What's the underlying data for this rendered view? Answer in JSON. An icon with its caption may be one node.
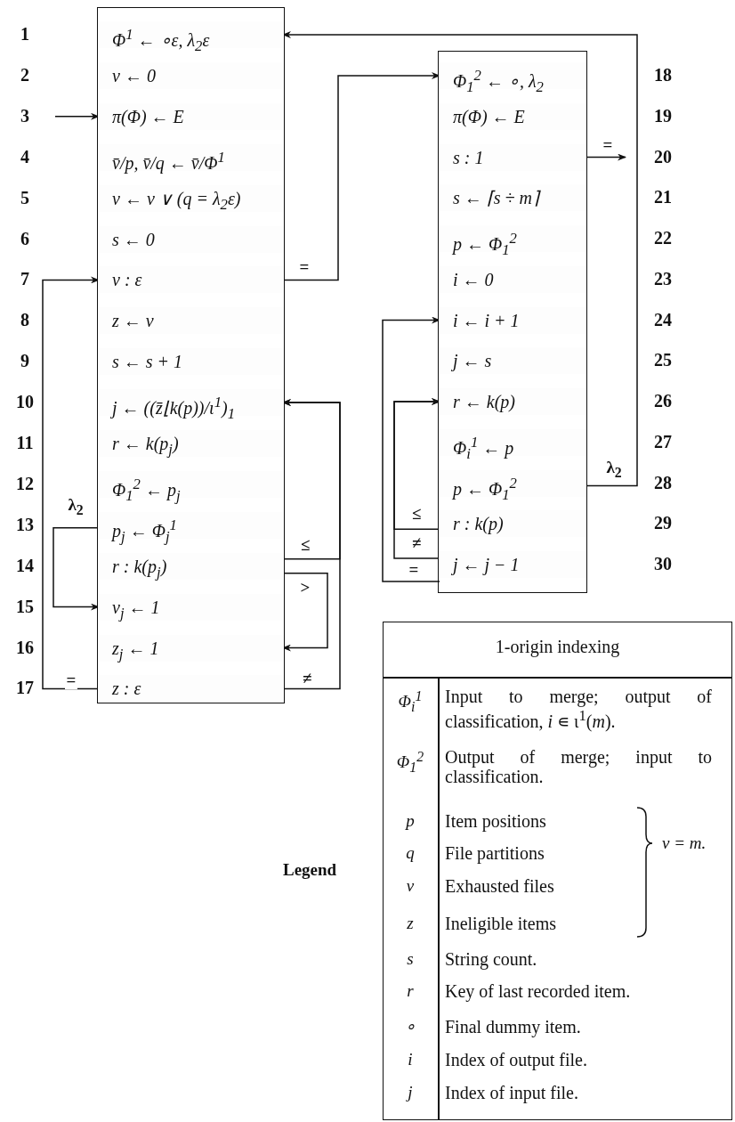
{
  "diagram": {
    "nodes": [
      {
        "text": [],
        "shape": "box"
      },
      {
        "text": [
          "Φ$^{1}$ ← ∘ε, λ$_{2}$ε"
        ],
        "in": 0
      },
      {
        "text": [
          "v ← 0"
        ],
        "in": 0
      },
      {
        "text": [
          "π(Φ) ← E"
        ],
        "in": 0
      },
      {
        "text": [
          "v̄/p, v̄/q ← v̄/Φ$^{1}$"
        ],
        "in": 0
      },
      {
        "text": [
          "v ← v ∨ (q = λ$_{2}$ε)"
        ],
        "in": 0
      },
      {
        "text": [
          "s ← 0"
        ],
        "in": 0
      },
      {
        "text": [
          "v : ε"
        ],
        "in": 0
      },
      {
        "text": [
          "z ← v"
        ],
        "in": 0
      },
      {
        "text": [
          "s ← s + 1"
        ],
        "in": 0
      },
      {
        "text": [
          "j ← ((z̄⌊k(p))/ι$^{1}$)$_{1}$"
        ],
        "in": 0
      },
      {
        "text": [
          "r ← k(p$_{j}$)"
        ],
        "in": 0
      },
      {
        "text": [
          "Φ$_{1}$$^{2}$ ← p$_{j}$"
        ],
        "in": 0
      },
      {
        "text": [
          "p$_{j}$ ← Φ$_{j}$$^{1}$"
        ],
        "in": 0
      },
      {
        "text": [
          "r : k(p$_{j}$)"
        ],
        "in": 0
      },
      {
        "text": [
          "v$_{j}$ ← 1"
        ],
        "in": 0
      },
      {
        "text": [
          "z$_{j}$ ← 1"
        ],
        "in": 0
      },
      {
        "text": [
          "z : ε"
        ],
        "in": 0
      },
      {
        "text": [],
        "shape": "box"
      },
      {
        "text": [
          "Φ$_{1}$$^{2}$ ← ∘, λ$_{2}$"
        ],
        "in": 18
      },
      {
        "text": [
          "π(Φ) ← E"
        ],
        "in": 18
      },
      {
        "text": [
          "s : 1"
        ],
        "in": 18
      },
      {
        "text": [
          "s ← ⌈s ÷ m⌉"
        ],
        "in": 18
      },
      {
        "text": [
          "p ← Φ$_{1}$$^{2}$"
        ],
        "in": 18
      },
      {
        "text": [
          "i ← 0"
        ],
        "in": 18
      },
      {
        "text": [
          "i ← i + 1"
        ],
        "in": 18
      },
      {
        "text": [
          "j ← s"
        ],
        "in": 18
      },
      {
        "text": [
          "r ← k(p)"
        ],
        "in": 18
      },
      {
        "text": [
          "Φ$_{i}$$^{1}$ ← p"
        ],
        "in": 18
      },
      {
        "text": [
          "p ← Φ$_{1}$$^{2}$"
        ],
        "in": 18
      },
      {
        "text": [
          "r : k(p)"
        ],
        "in": 18
      },
      {
        "text": [
          "j ← j − 1"
        ],
        "in": 18
      }
    ],
    "edges": [
      {
        "from": null,
        "to": 3,
        "arrow": "to"
      },
      {
        "from": 7,
        "to": 19,
        "arrow": "to",
        "label": "="
      },
      {
        "from": 13,
        "to": 15,
        "arrow": "to",
        "label": "λ$_{2}$"
      },
      {
        "from": 14,
        "to": 10,
        "arrow": "to",
        "label": "≤"
      },
      {
        "from": 14,
        "to": 16,
        "arrow": "to",
        "label": ">"
      },
      {
        "from": 17,
        "to": 10,
        "arrow": "to",
        "label": "≠"
      },
      {
        "from": 17,
        "to": 7,
        "arrow": "to",
        "label": "="
      },
      {
        "from": 21,
        "to": null,
        "arrow": "to",
        "label": "="
      },
      {
        "from": 29,
        "to": 1,
        "arrow": "to",
        "label": "λ$_{2}$"
      },
      {
        "from": 30,
        "to": 27,
        "arrow": "to",
        "label": "≤"
      },
      {
        "from": 31,
        "to": 27,
        "arrow": "to",
        "label": "≠"
      },
      {
        "from": 31,
        "to": 25,
        "arrow": "to",
        "label": "="
      }
    ],
    "labels": [
      "1",
      "2",
      "3",
      "4",
      "5",
      "6",
      "7",
      "8",
      "9",
      "10",
      "11",
      "12",
      "13",
      "14",
      "15",
      "16",
      "17",
      "18",
      "19",
      "20",
      "21",
      "22",
      "23",
      "24",
      "25",
      "26",
      "27",
      "28",
      "29",
      "30",
      "Legend",
      "1-origin indexing",
      "Φ$_{i}$$^{1}$",
      "Input to merge; output of classification, *i* ∊ ι$^{1}$(*m*).",
      "Φ$_{1}$$^{2}$",
      "Output of merge; input to classification.",
      "p",
      "Item positions",
      "q",
      "File partitions",
      "v",
      "Exhausted files",
      "z",
      "Ineligible items",
      "ν = m.",
      "s",
      "String count.",
      "r",
      "Key of last recorded item.",
      "∘",
      "Final dummy item.",
      "i",
      "Index of output file.",
      "j",
      "Index of input file."
    ]
  }
}
